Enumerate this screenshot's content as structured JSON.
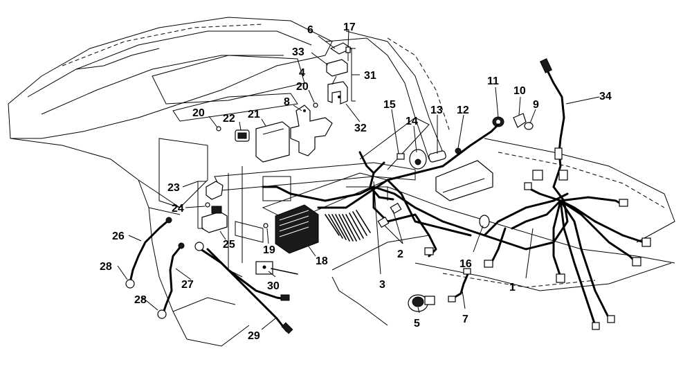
{
  "callouts": {
    "c1": "1",
    "c2": "2",
    "c3": "3",
    "c4": "4",
    "c5": "5",
    "c6": "6",
    "c7": "7",
    "c8": "8",
    "c9": "9",
    "c10": "10",
    "c11": "11",
    "c12": "12",
    "c13": "13",
    "c14": "14",
    "c15": "15",
    "c16": "16",
    "c17": "17",
    "c18": "18",
    "c19": "19",
    "c20a": "20",
    "c20b": "20",
    "c21": "21",
    "c22": "22",
    "c23": "23",
    "c24": "24",
    "c25": "25",
    "c26": "26",
    "c27": "27",
    "c28a": "28",
    "c28b": "28",
    "c29": "29",
    "c30": "30",
    "c31": "31",
    "c32": "32",
    "c33": "33",
    "c34": "34"
  }
}
